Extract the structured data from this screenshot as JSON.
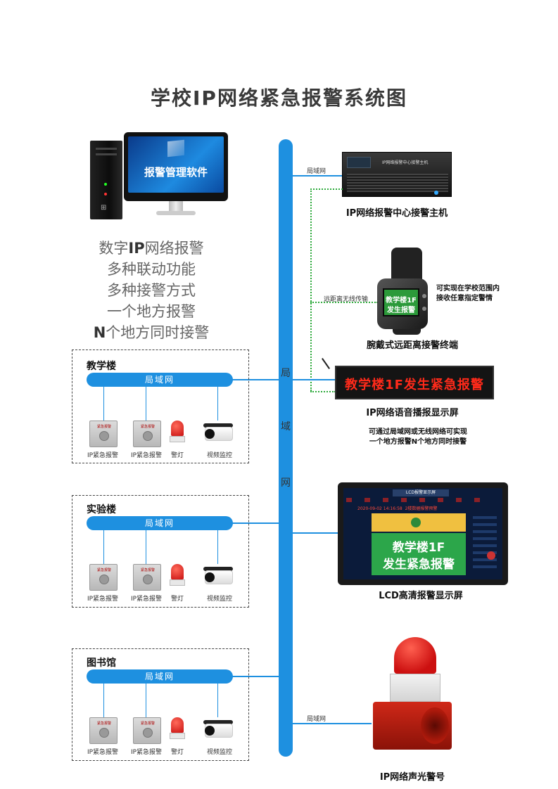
{
  "title": "学校IP网络紧急报警系统图",
  "bus": {
    "chars": [
      "局",
      "域",
      "网"
    ]
  },
  "software": {
    "screen_text": "报警管理软件"
  },
  "features": {
    "line1_pre": "数字",
    "line1_bold": "IP",
    "line1_post": "网络报警",
    "line2": "多种联动功能",
    "line3": "多种接警方式",
    "line4": "一个地方报警",
    "line5_bold": "N",
    "line5_post": "个地方同时接警"
  },
  "host": {
    "panel_text": "IP网络报警中心接警主机",
    "caption": "IP网络报警中心接警主机",
    "link_label": "局域网"
  },
  "watch": {
    "screen_line1": "教学楼1F",
    "screen_line2": "发生报警",
    "caption": "腕戴式远距离接警终端",
    "link_label": "远距离无线传输",
    "note_line1": "可实现在学校范围内",
    "note_line2": "接收任意指定警情"
  },
  "led": {
    "text": "教学楼1F发生紧急报警",
    "caption": "IP网络语音播报显示屏"
  },
  "mid_note": {
    "line1": "可通过局域网或无线网络可实现",
    "line2": "一个地方报警N个地方同时接警"
  },
  "lcd": {
    "header": "LCD报警显示屏",
    "datetime": "2020-09-02 14:16:58",
    "status": "2楼数据报警预警",
    "big_line1": "教学楼1F",
    "big_line2": "发生紧急报警",
    "caption": "LCD高清报警显示屏"
  },
  "siren": {
    "caption": "IP网络声光警号",
    "link_label": "局域网"
  },
  "buildings": [
    {
      "name": "教学楼",
      "lan": "局域网",
      "devices": [
        "IP紧急报警",
        "IP紧急报警",
        "警灯",
        "视频监控"
      ],
      "button_text": "紧急报警"
    },
    {
      "name": "实验楼",
      "lan": "局域网",
      "devices": [
        "IP紧急报警",
        "IP紧急报警",
        "警灯",
        "视频监控"
      ],
      "button_text": "紧急报警"
    },
    {
      "name": "图书馆",
      "lan": "局域网",
      "devices": [
        "IP紧急报警",
        "IP紧急报警",
        "警灯",
        "视频监控"
      ],
      "button_text": "紧急报警"
    }
  ],
  "colors": {
    "bus": "#1e90e0",
    "wireless": "#2eaa3c",
    "alarm": "#e02020",
    "lcd_green": "#2ca64a"
  }
}
